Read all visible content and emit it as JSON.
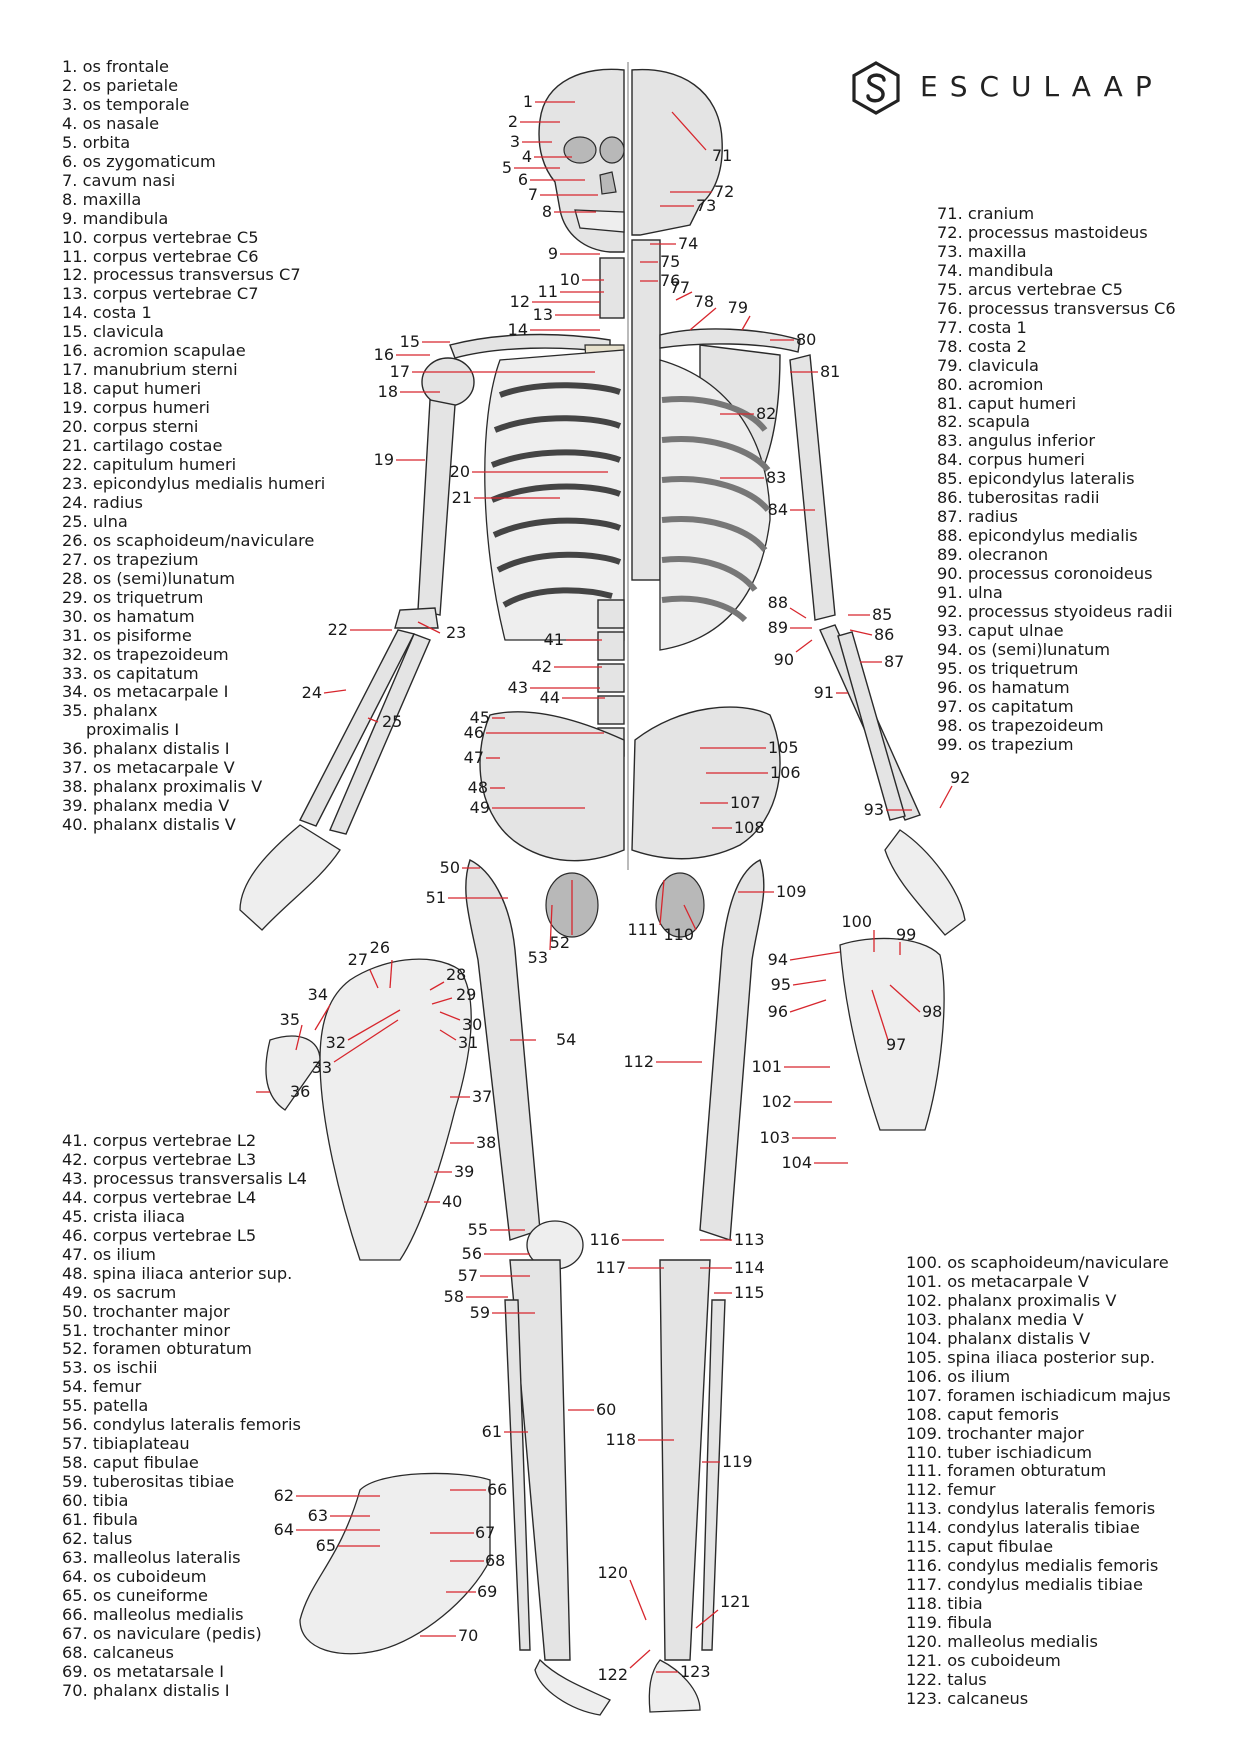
{
  "brand": {
    "name": "ESCULAAP",
    "logo_icon": "esculaap-hexagon-s-logo"
  },
  "legend_front_upper": [
    "1. os frontale",
    "2. os parietale",
    "3. os temporale",
    "4. os nasale",
    "5. orbita",
    "6. os zygomaticum",
    "7. cavum nasi",
    "8. maxilla",
    "9. mandibula",
    "10. corpus vertebrae C5",
    "11. corpus vertebrae C6",
    "12. processus transversus C7",
    "13. corpus vertebrae C7",
    "14. costa 1",
    "15. clavicula",
    "16. acromion scapulae",
    "17. manubrium sterni",
    "18. caput humeri",
    "19. corpus humeri",
    "20. corpus sterni",
    "21. cartilago costae",
    "22. capitulum humeri",
    "23. epicondylus medialis humeri",
    "24. radius",
    "25. ulna",
    "26. os scaphoideum/naviculare",
    "27. os trapezium",
    "28. os (semi)lunatum",
    "29. os triquetrum",
    "30. os hamatum",
    "31. os pisiforme",
    "32. os trapezoideum",
    "33. os capitatum",
    "34. os metacarpale I",
    "35. phalanx",
    "proximalis I",
    "36. phalanx distalis I",
    "37. os metacarpale V",
    "38. phalanx proximalis V",
    "39. phalanx media V",
    "40. phalanx distalis V"
  ],
  "legend_front_lower": [
    "41. corpus vertebrae L2",
    "42. corpus vertebrae L3",
    "43. processus transversalis L4",
    "44. corpus vertebrae L4",
    "45. crista iliaca",
    "46. corpus vertebrae L5",
    "47. os ilium",
    "48. spina iliaca anterior sup.",
    "49. os sacrum",
    "50. trochanter major",
    "51. trochanter minor",
    "52. foramen obturatum",
    "53. os ischii",
    "54. femur",
    "55. patella",
    "56. condylus lateralis femoris",
    "57. tibiaplateau",
    "58. caput fibulae",
    "59. tuberositas tibiae",
    "60. tibia",
    "61. fibula",
    "62. talus",
    "63. malleolus lateralis",
    "64. os cuboideum",
    "65. os cuneiforme",
    "66. malleolus medialis",
    "67. os naviculare (pedis)",
    "68. calcaneus",
    "69. os metatarsale I",
    "70. phalanx distalis I"
  ],
  "legend_back_upper": [
    "71. cranium",
    "72. processus mastoideus",
    "73. maxilla",
    "74. mandibula",
    "75. arcus vertebrae C5",
    "76. processus transversus C6",
    "77. costa 1",
    "78. costa 2",
    "79. clavicula",
    "80. acromion",
    "81. caput humeri",
    "82. scapula",
    "83. angulus inferior",
    "84. corpus humeri",
    "85. epicondylus lateralis",
    "86. tuberositas radii",
    "87. radius",
    "88. epicondylus medialis",
    "89. olecranon",
    "90. processus coronoideus",
    "91. ulna",
    "92. processus styoideus radii",
    "93. caput ulnae",
    "94. os (semi)lunatum",
    "95. os triquetrum",
    "96. os hamatum",
    "97. os capitatum",
    "98. os trapezoideum",
    "99. os trapezium"
  ],
  "legend_back_lower": [
    "100. os scaphoideum/naviculare",
    "101. os metacarpale V",
    "102. phalanx proximalis V",
    "103. phalanx media V",
    "104. phalanx distalis V",
    "105. spina iliaca posterior sup.",
    "106. os ilium",
    "107. foramen ischiadicum majus",
    "108. caput femoris",
    "109. trochanter major",
    "110. tuber ischiadicum",
    "111. foramen obturatum",
    "112. femur",
    "113. condylus lateralis femoris",
    "114. condylus lateralis tibiae",
    "115. caput fibulae",
    "116. condylus medialis femoris",
    "117. condylus medialis tibiae",
    "118. tibia",
    "119. fibula",
    "120. malleolus medialis",
    "121. os cuboideum",
    "122. talus",
    "123. calcaneus"
  ],
  "callouts": [
    "1",
    "2",
    "3",
    "4",
    "5",
    "6",
    "7",
    "8",
    "9",
    "10",
    "11",
    "12",
    "13",
    "14",
    "15",
    "16",
    "17",
    "18",
    "19",
    "20",
    "21",
    "22",
    "23",
    "24",
    "25",
    "26",
    "27",
    "28",
    "29",
    "30",
    "31",
    "32",
    "33",
    "34",
    "35",
    "36",
    "37",
    "38",
    "39",
    "40",
    "41",
    "42",
    "43",
    "44",
    "45",
    "46",
    "47",
    "48",
    "49",
    "50",
    "51",
    "52",
    "53",
    "54",
    "55",
    "56",
    "57",
    "58",
    "59",
    "60",
    "61",
    "62",
    "63",
    "64",
    "65",
    "66",
    "67",
    "68",
    "69",
    "70",
    "71",
    "72",
    "73",
    "74",
    "75",
    "76",
    "77",
    "78",
    "79",
    "80",
    "81",
    "82",
    "83",
    "84",
    "85",
    "86",
    "87",
    "88",
    "89",
    "90",
    "91",
    "92",
    "93",
    "94",
    "95",
    "96",
    "97",
    "98",
    "99",
    "100",
    "101",
    "102",
    "103",
    "104",
    "105",
    "106",
    "107",
    "108",
    "109",
    "110",
    "111",
    "112",
    "113",
    "114",
    "115",
    "116",
    "117",
    "118",
    "119",
    "120",
    "121",
    "122",
    "123"
  ],
  "colors": {
    "leader_line": "#d7262d",
    "bone_fill": "#e4e4e4",
    "cartilage": "#e6e0cc",
    "outline": "#2a2a2a"
  }
}
